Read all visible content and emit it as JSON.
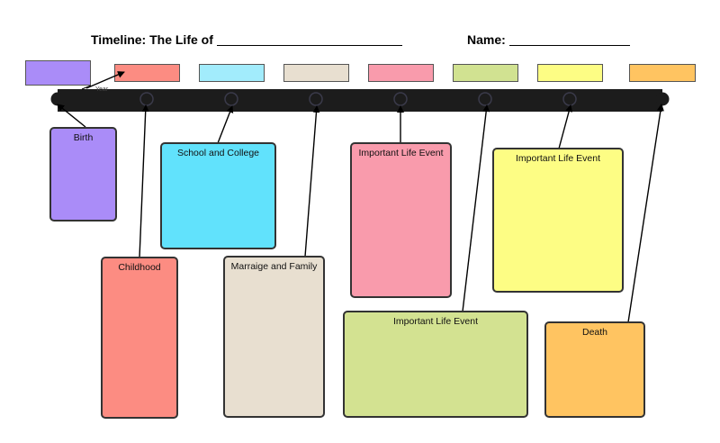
{
  "header": {
    "timeline_label": "Timeline:  The Life of",
    "name_label": "Name:"
  },
  "bar_label": "Year",
  "swatches": [
    {
      "color": "#aa8cf8"
    },
    {
      "color": "#fc8c82"
    },
    {
      "color": "#a2ecfc"
    },
    {
      "color": "#e8dfd0"
    },
    {
      "color": "#f99bac"
    },
    {
      "color": "#d1e291"
    },
    {
      "color": "#fdfd84"
    },
    {
      "color": "#ffc461"
    }
  ],
  "boxes": [
    {
      "label": "Birth",
      "color": "#aa8cf8"
    },
    {
      "label": "Childhood",
      "color": "#fc8c82"
    },
    {
      "label": "School and College",
      "color": "#61e2fc"
    },
    {
      "label": "Marraige and Family",
      "color": "#e8dfd0"
    },
    {
      "label": "Important Life Event",
      "color": "#f99bac"
    },
    {
      "label": "Important Life Event",
      "color": "#d3e291"
    },
    {
      "label": "Important Life Event",
      "color": "#fdfd84"
    },
    {
      "label": "Death",
      "color": "#ffc461"
    }
  ]
}
